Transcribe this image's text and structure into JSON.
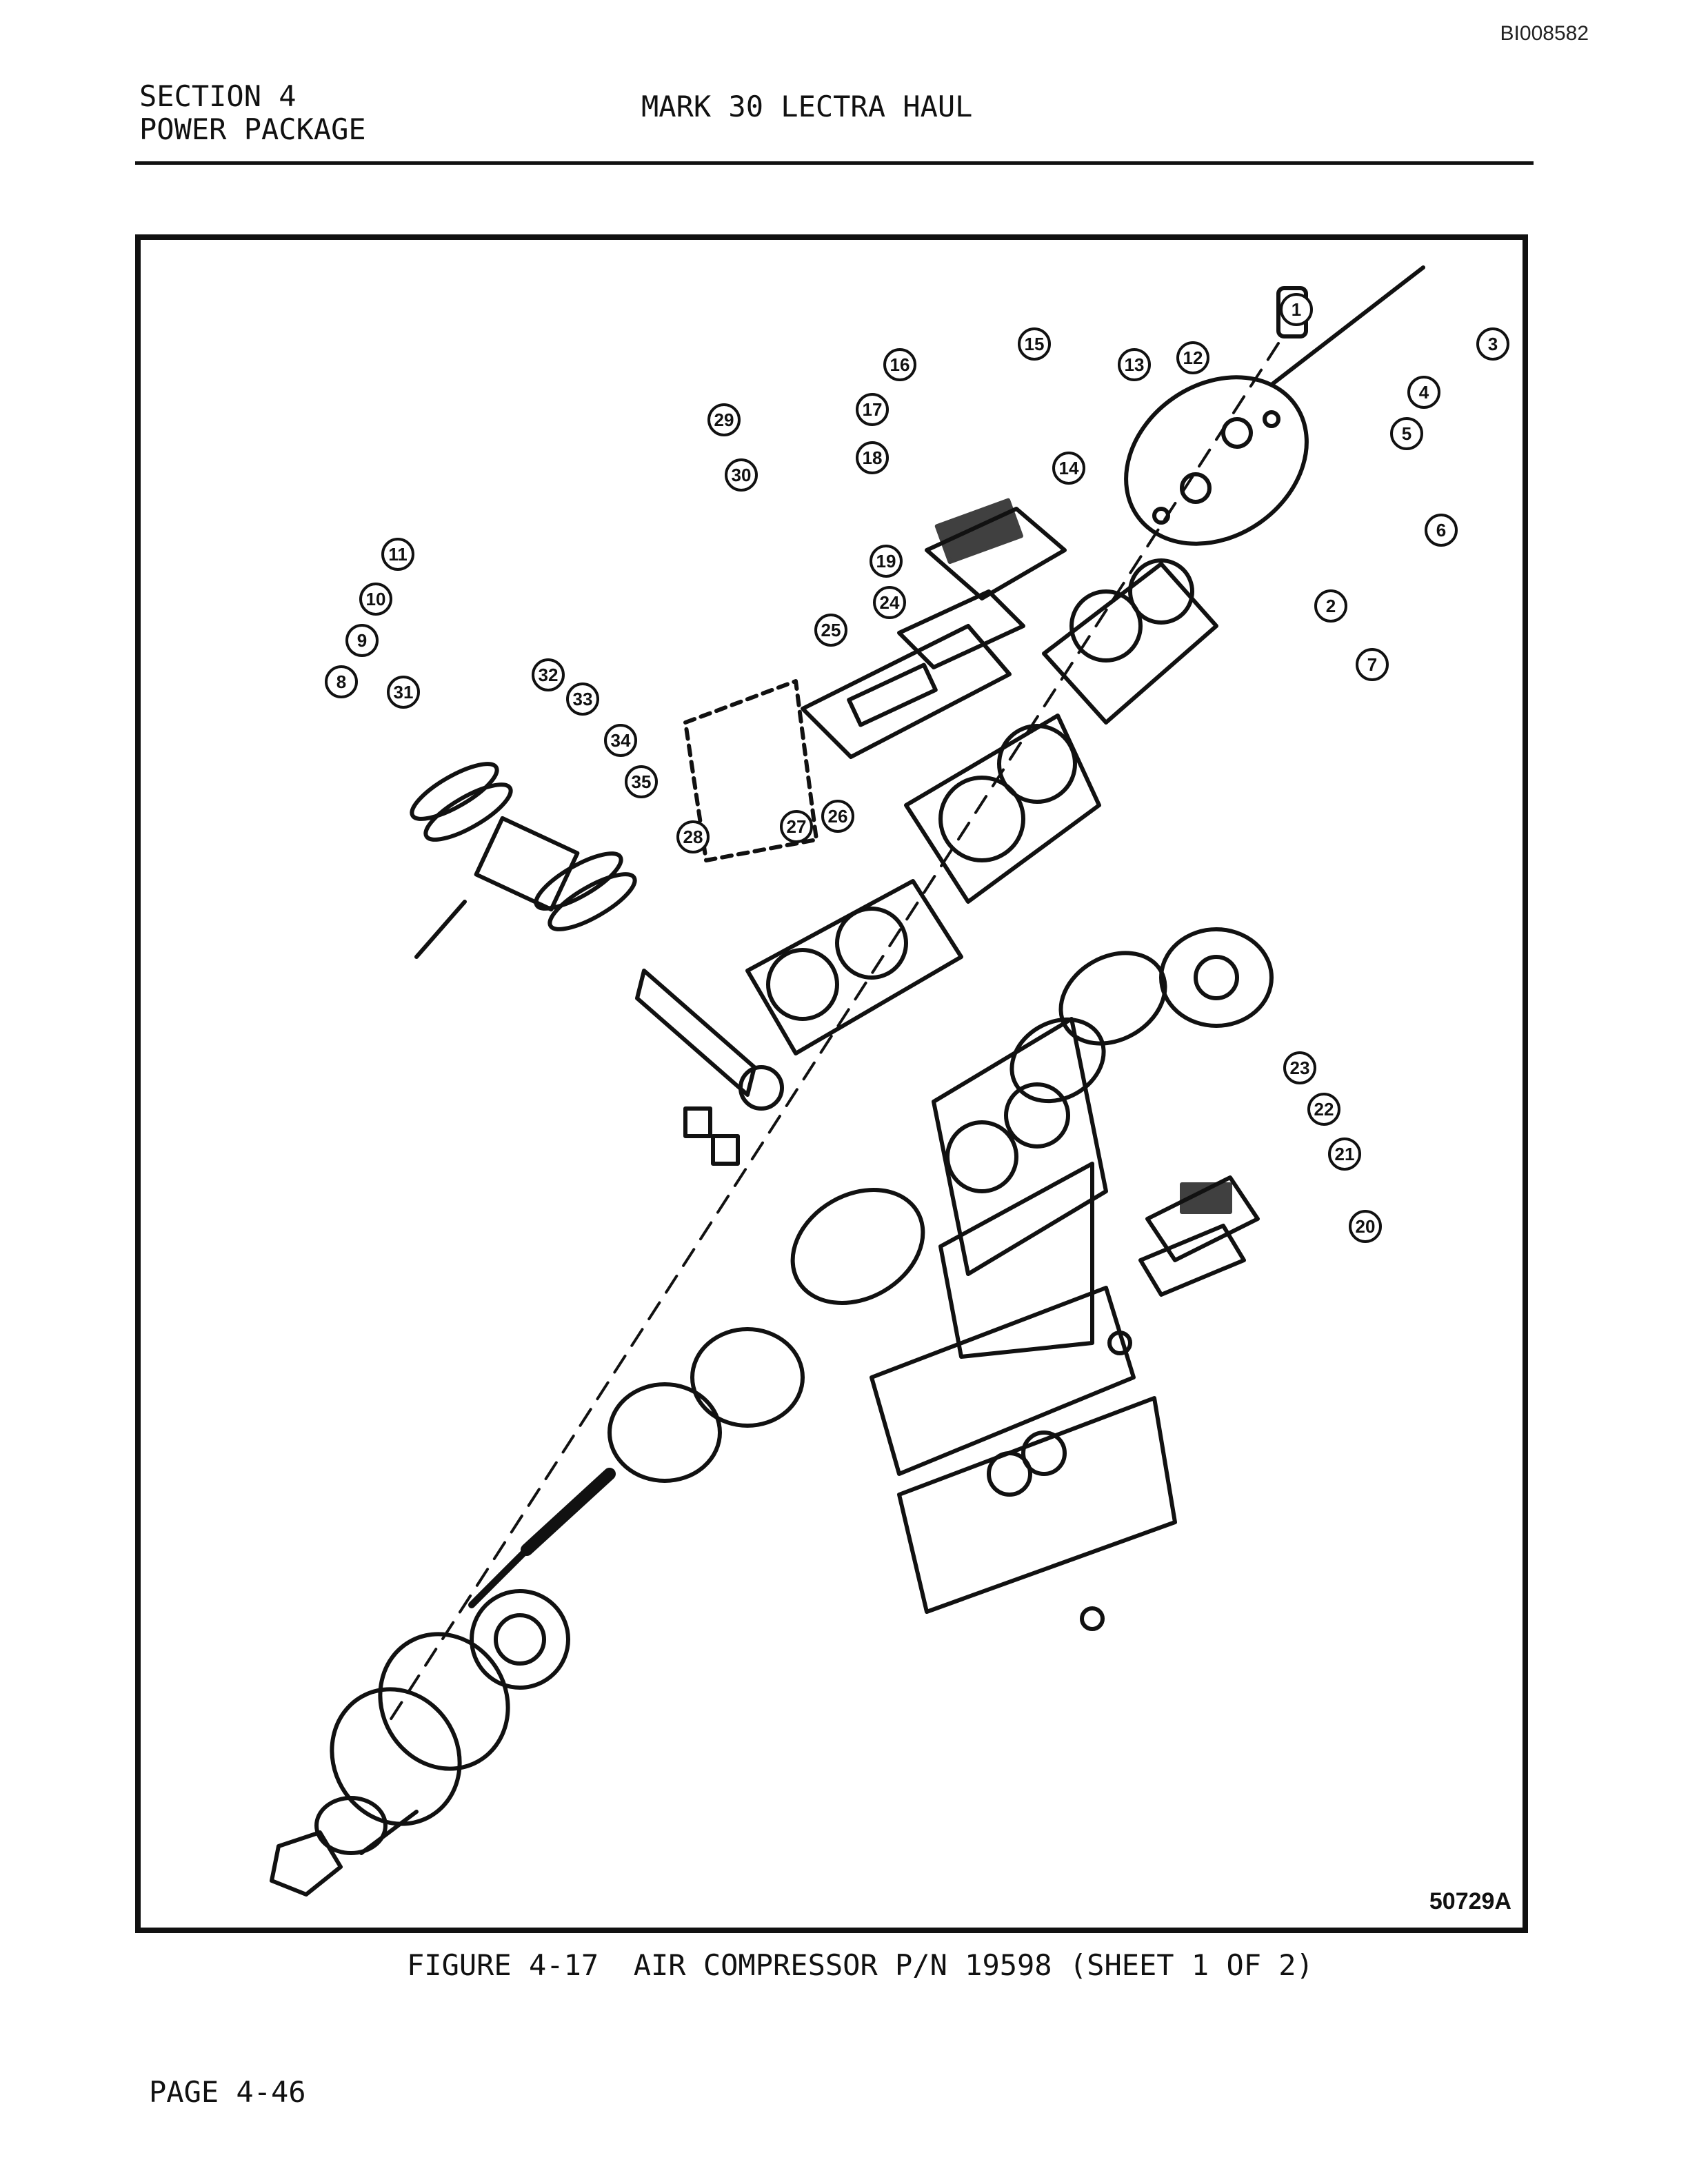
{
  "document_id": "BI008582",
  "header": {
    "section_line1": "SECTION 4",
    "section_line2": "POWER PACKAGE",
    "title": "MARK 30 LECTRA HAUL"
  },
  "figure": {
    "drawing_number": "50729A",
    "caption": "FIGURE 4-17  AIR COMPRESSOR P/N 19598 (SHEET 1 OF 2)",
    "callouts": [
      "1",
      "2",
      "3",
      "4",
      "5",
      "6",
      "7",
      "8",
      "9",
      "10",
      "11",
      "12",
      "13",
      "14",
      "15",
      "16",
      "17",
      "18",
      "19",
      "20",
      "21",
      "22",
      "23",
      "24",
      "25",
      "26",
      "27",
      "28",
      "29",
      "30",
      "31",
      "32",
      "33",
      "34",
      "35"
    ]
  },
  "footer": {
    "page": "PAGE 4-46"
  }
}
